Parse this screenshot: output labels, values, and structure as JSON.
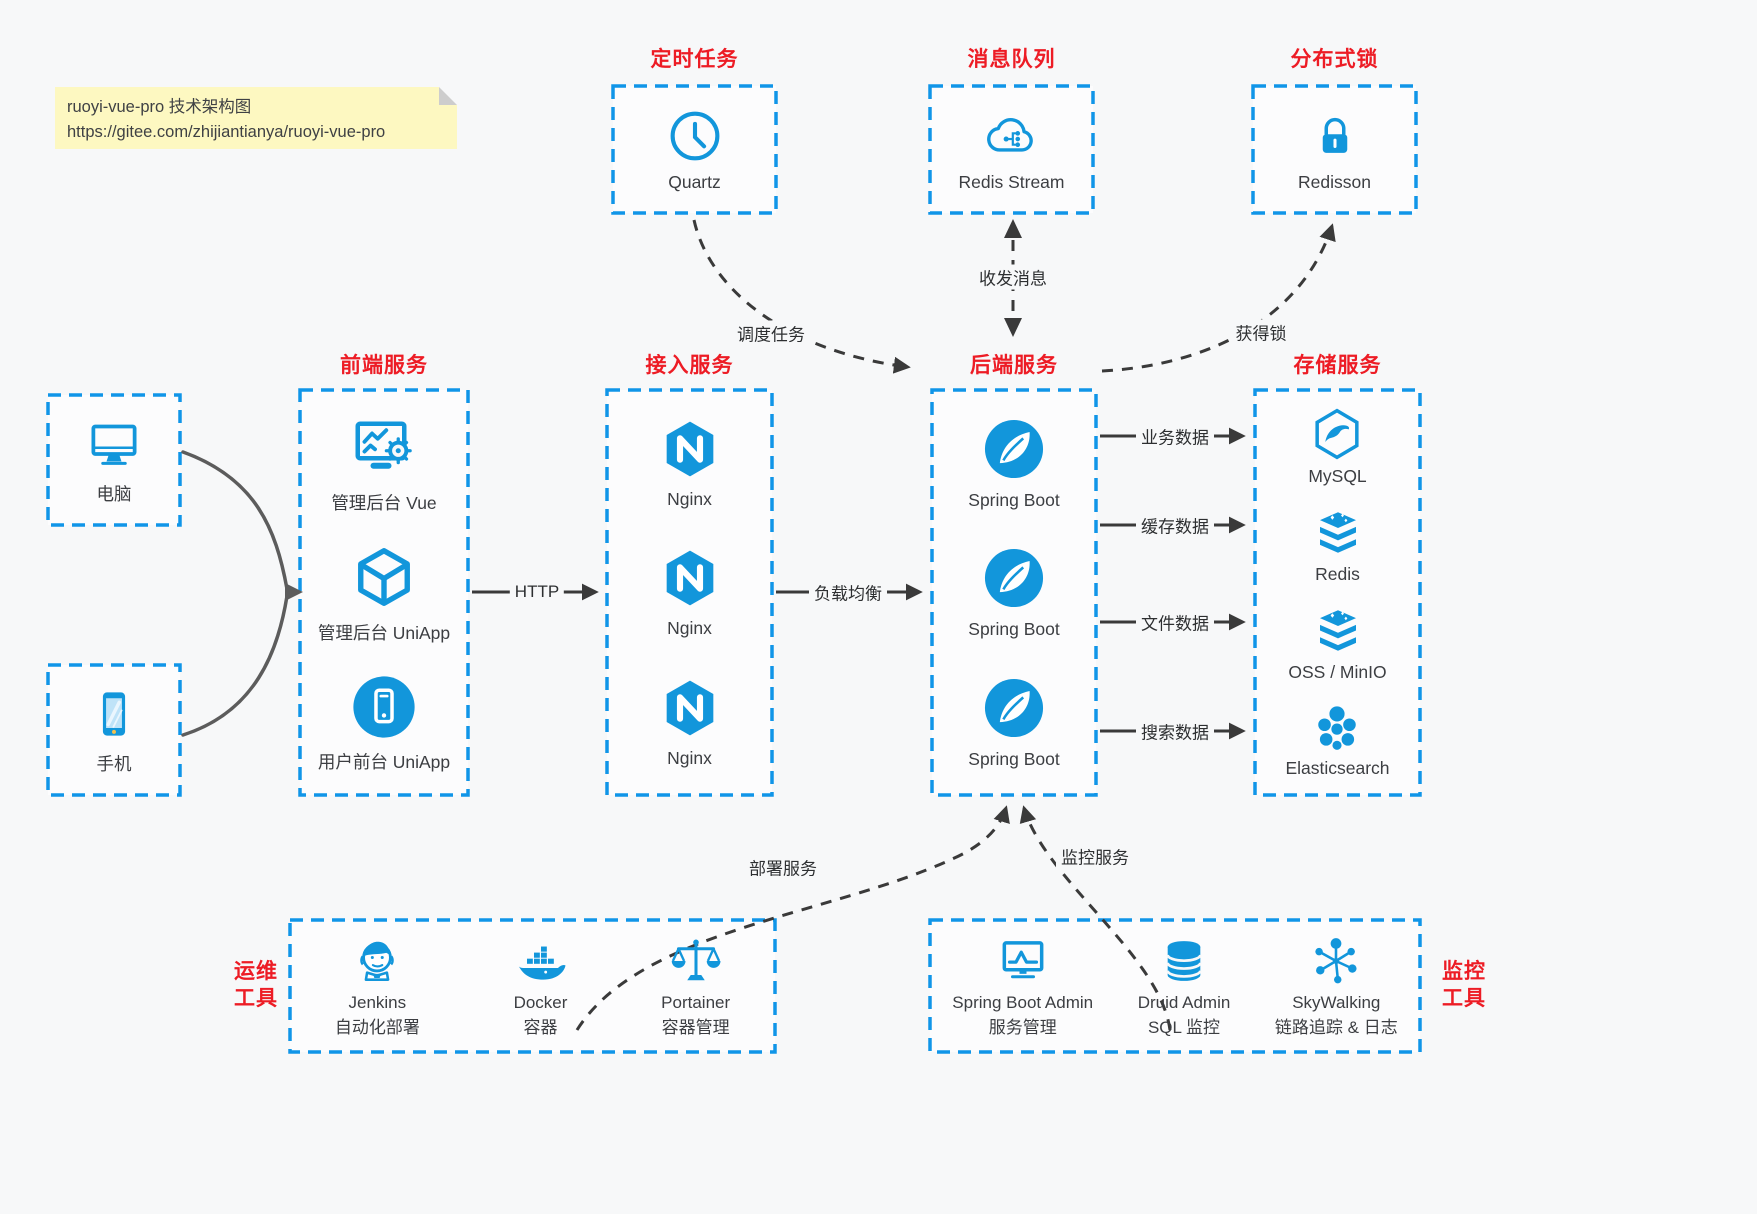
{
  "note": {
    "line1": "ruoyi-vue-pro 技术架构图",
    "line2": "https://gitee.com/zhijiantianya/ruoyi-vue-pro"
  },
  "colors": {
    "accent_blue": "#1296db",
    "title_red": "#ed1c25",
    "arrow_dark": "#3a3a3a",
    "note_yellow": "#fdf8c1",
    "canvas": "#f7f8f9"
  },
  "top_boxes": {
    "scheduler": {
      "title": "定时任务",
      "item": "Quartz"
    },
    "mq": {
      "title": "消息队列",
      "item": "Redis Stream"
    },
    "lock": {
      "title": "分布式锁",
      "item": "Redisson"
    }
  },
  "clients": {
    "pc": {
      "label": "电脑"
    },
    "mobile": {
      "label": "手机"
    }
  },
  "columns": {
    "frontend": {
      "title": "前端服务",
      "items": [
        {
          "label": "管理后台 Vue"
        },
        {
          "label": "管理后台 UniApp"
        },
        {
          "label": "用户前台 UniApp"
        }
      ]
    },
    "gateway": {
      "title": "接入服务",
      "items": [
        {
          "label": "Nginx"
        },
        {
          "label": "Nginx"
        },
        {
          "label": "Nginx"
        }
      ]
    },
    "backend": {
      "title": "后端服务",
      "items": [
        {
          "label": "Spring Boot"
        },
        {
          "label": "Spring Boot"
        },
        {
          "label": "Spring Boot"
        }
      ]
    },
    "storage": {
      "title": "存储服务",
      "items": [
        {
          "label": "MySQL"
        },
        {
          "label": "Redis"
        },
        {
          "label": "OSS / MinIO"
        },
        {
          "label": "Elasticsearch"
        }
      ]
    }
  },
  "edges": {
    "http": "HTTP",
    "load_balance": "负载均衡",
    "schedule": "调度任务",
    "message": "收发消息",
    "acquire_lock": "获得锁",
    "business_data": "业务数据",
    "cache_data": "缓存数据",
    "file_data": "文件数据",
    "search_data": "搜索数据",
    "deploy": "部署服务",
    "monitor": "监控服务"
  },
  "ops": {
    "title_line1": "运维",
    "title_line2": "工具",
    "items": [
      {
        "name": "Jenkins",
        "desc": "自动化部署"
      },
      {
        "name": "Docker",
        "desc": "容器"
      },
      {
        "name": "Portainer",
        "desc": "容器管理"
      }
    ]
  },
  "monitoring": {
    "title_line1": "监控",
    "title_line2": "工具",
    "items": [
      {
        "name": "Spring Boot Admin",
        "desc": "服务管理"
      },
      {
        "name": "Druid Admin",
        "desc": "SQL 监控"
      },
      {
        "name": "SkyWalking",
        "desc": "链路追踪 & 日志"
      }
    ]
  }
}
